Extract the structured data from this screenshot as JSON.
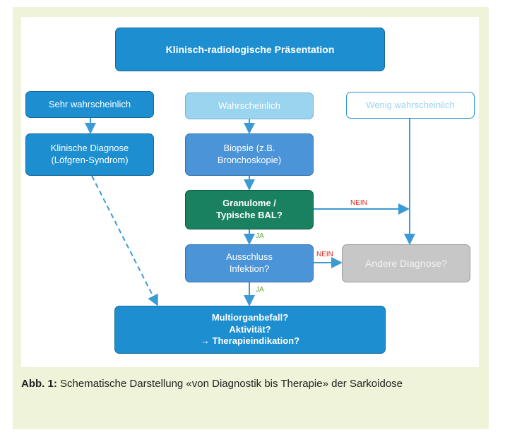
{
  "nodes": {
    "top": "Klinisch-radiologische Präsentation",
    "sehr": "Sehr wahrscheinlich",
    "wahr": "Wahrscheinlich",
    "wenig": "Wenig wahrscheinlich",
    "klinisch": "Klinische Diagnose\n(Löfgren-Syndrom)",
    "biopsie": "Biopsie (z.B.\nBronchoskopie)",
    "granulome": "Granulome /\nTypische BAL?",
    "ausschluss": "Ausschluss\nInfektion?",
    "andere": "Andere Diagnose?",
    "multi": "Multiorganbefall?\nAktivität?\n→ Therapieindikation?"
  },
  "edge_labels": {
    "nein1": "NEIN",
    "nein2": "NEIN",
    "ja1": "JA",
    "ja2": "JA"
  },
  "caption": {
    "label": "Abb. 1:",
    "text": " Schematische Darstellung «von Diagnostik bis Therapie» der Sarkoidose"
  },
  "colors": {
    "dark_blue": "#1d8fd0",
    "mid_blue": "#4c94d8",
    "light_blue": "#9ad4ef",
    "green": "#198060",
    "grey": "#c7c7c7",
    "background": "#eef3d9"
  }
}
